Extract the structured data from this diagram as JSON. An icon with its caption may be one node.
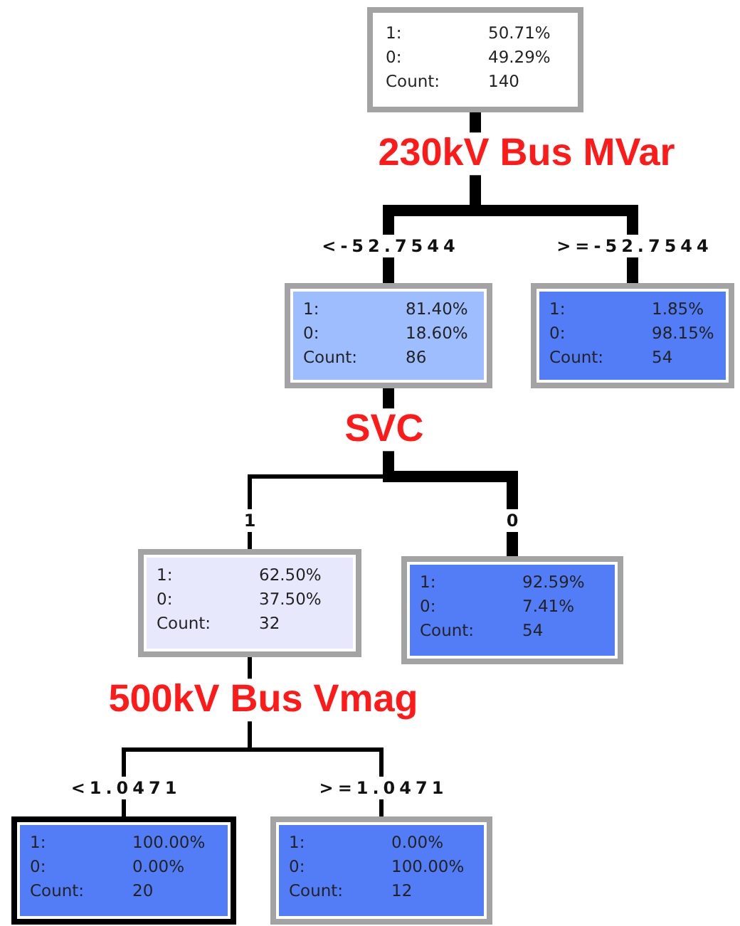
{
  "diagram": {
    "nodes": [
      {
        "text": [
          "1:",
          "50.71%",
          "0:",
          "49.29%",
          "Count:",
          "140"
        ]
      },
      {
        "text": [
          "1:",
          "81.40%",
          "0:",
          "18.60%",
          "Count:",
          "86"
        ]
      },
      {
        "text": [
          "1:",
          "1.85%",
          "0:",
          "98.15%",
          "Count:",
          "54"
        ]
      },
      {
        "text": [
          "1:",
          "62.50%",
          "0:",
          "37.50%",
          "Count:",
          "32"
        ]
      },
      {
        "text": [
          "1:",
          "92.59%",
          "0:",
          "7.41%",
          "Count:",
          "54"
        ]
      },
      {
        "text": [
          "1:",
          "100.00%",
          "0:",
          "0.00%",
          "Count:",
          "20"
        ]
      },
      {
        "text": [
          "1:",
          "0.00%",
          "0:",
          "100.00%",
          "Count:",
          "12"
        ]
      }
    ],
    "edges": [
      {
        "from": 0,
        "to": 1,
        "arrow": "none",
        "label": "<-52.7544",
        "style": "thick"
      },
      {
        "from": 0,
        "to": 2,
        "arrow": "none",
        "label": ">=-52.7544",
        "style": "thick"
      },
      {
        "from": 1,
        "to": 3,
        "arrow": "none",
        "label": "1"
      },
      {
        "from": 1,
        "to": 4,
        "arrow": "none",
        "label": "0",
        "style": "thick"
      },
      {
        "from": 3,
        "to": 5,
        "arrow": "none",
        "label": "<1.0471"
      },
      {
        "from": 3,
        "to": 6,
        "arrow": "none",
        "label": ">=1.0471"
      }
    ],
    "labels": [
      "230kV Bus MVar",
      "SVC",
      "500kV Bus Vmag"
    ]
  }
}
